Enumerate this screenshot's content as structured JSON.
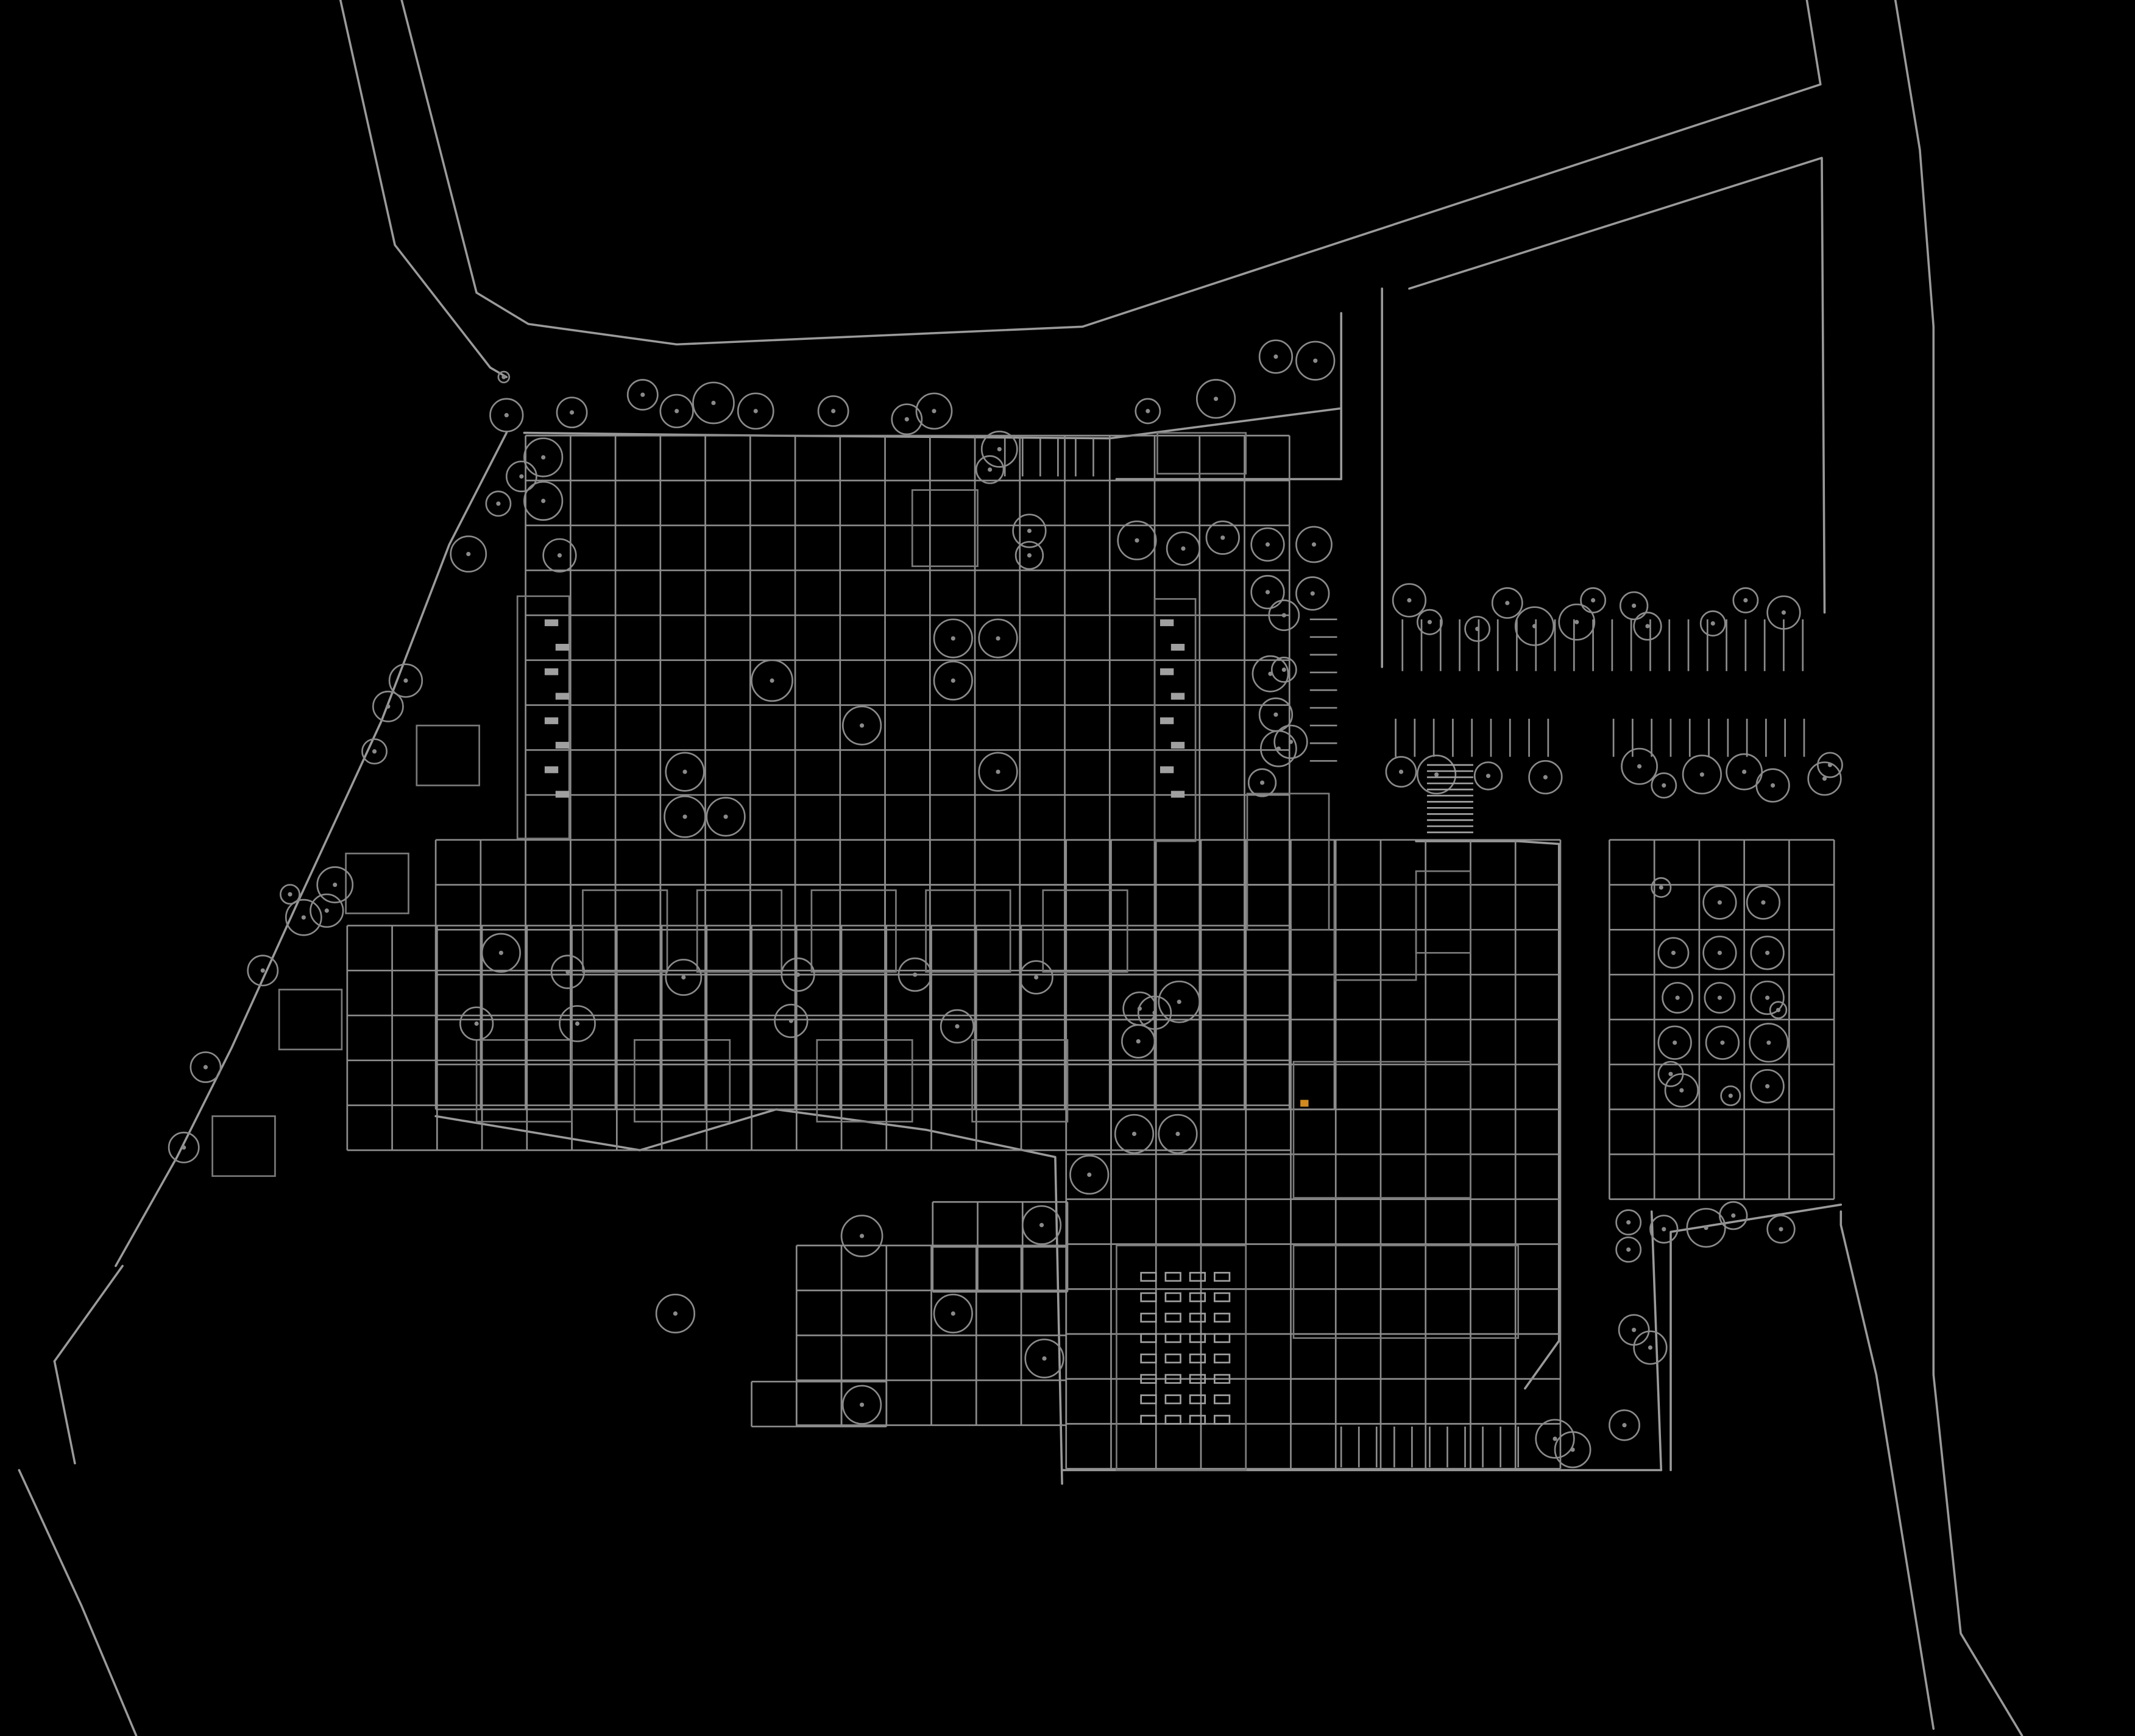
{
  "drawing": {
    "background_color": "#000000",
    "road_line_color": "#9a9a9a",
    "grid_line_color": "#8c8c8c",
    "building_line_color": "#7a7a7a",
    "tree_line_color": "#8a8a8a",
    "furniture_color": "#a0a0a0",
    "accent_color": "#d08a20"
  },
  "layers": [
    {
      "name": "roads"
    },
    {
      "name": "site-boundary"
    },
    {
      "name": "paving-grid"
    },
    {
      "name": "parking-stalls"
    },
    {
      "name": "buildings"
    },
    {
      "name": "trees"
    },
    {
      "name": "furniture"
    }
  ]
}
